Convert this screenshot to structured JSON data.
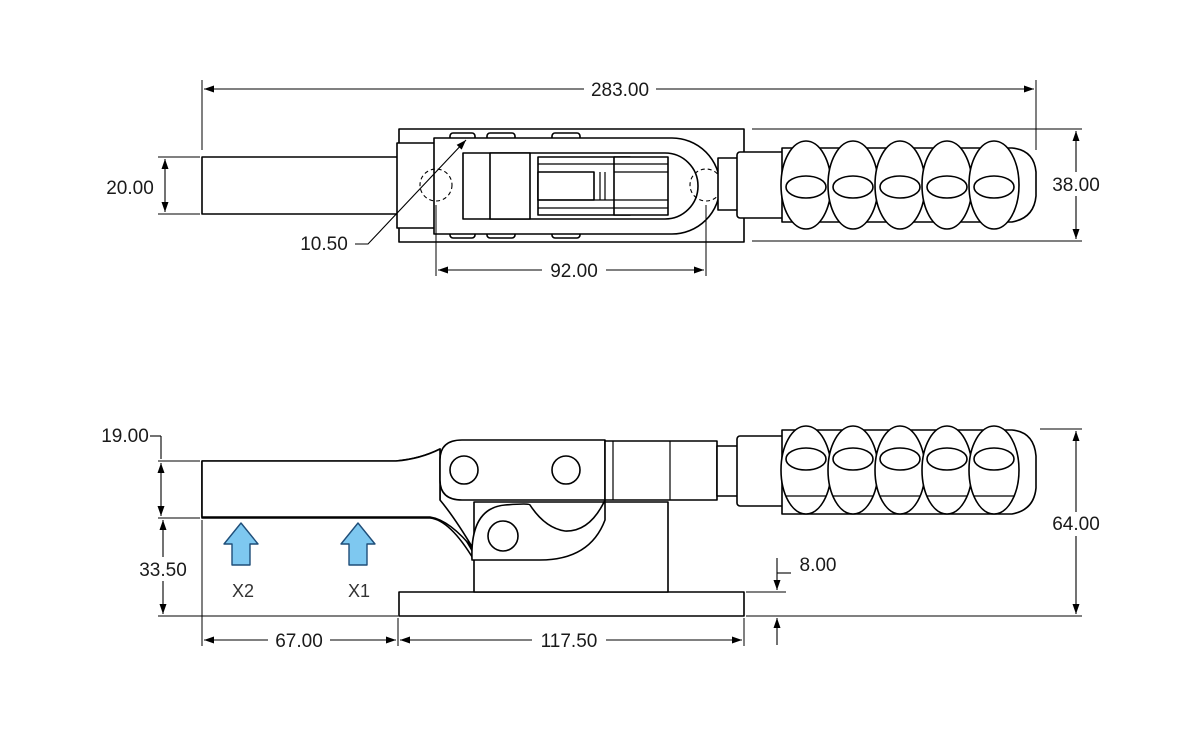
{
  "drawing": {
    "dimensions": {
      "overall_length": "283.00",
      "arm_width": "20.00",
      "pin_diameter": "10.50",
      "pin_spacing": "92.00",
      "handle_diameter": "38.00",
      "top_height": "19.00",
      "arm_height": "33.50",
      "overall_height": "64.00",
      "base_thickness": "8.00",
      "arm_reach": "67.00",
      "base_length": "117.50"
    },
    "load_points": [
      {
        "label": "X2"
      },
      {
        "label": "X1"
      }
    ],
    "colors": {
      "line": "#000000",
      "load_arrow_fill": "#7ec8f0",
      "load_arrow_stroke": "#1f4e79"
    }
  }
}
